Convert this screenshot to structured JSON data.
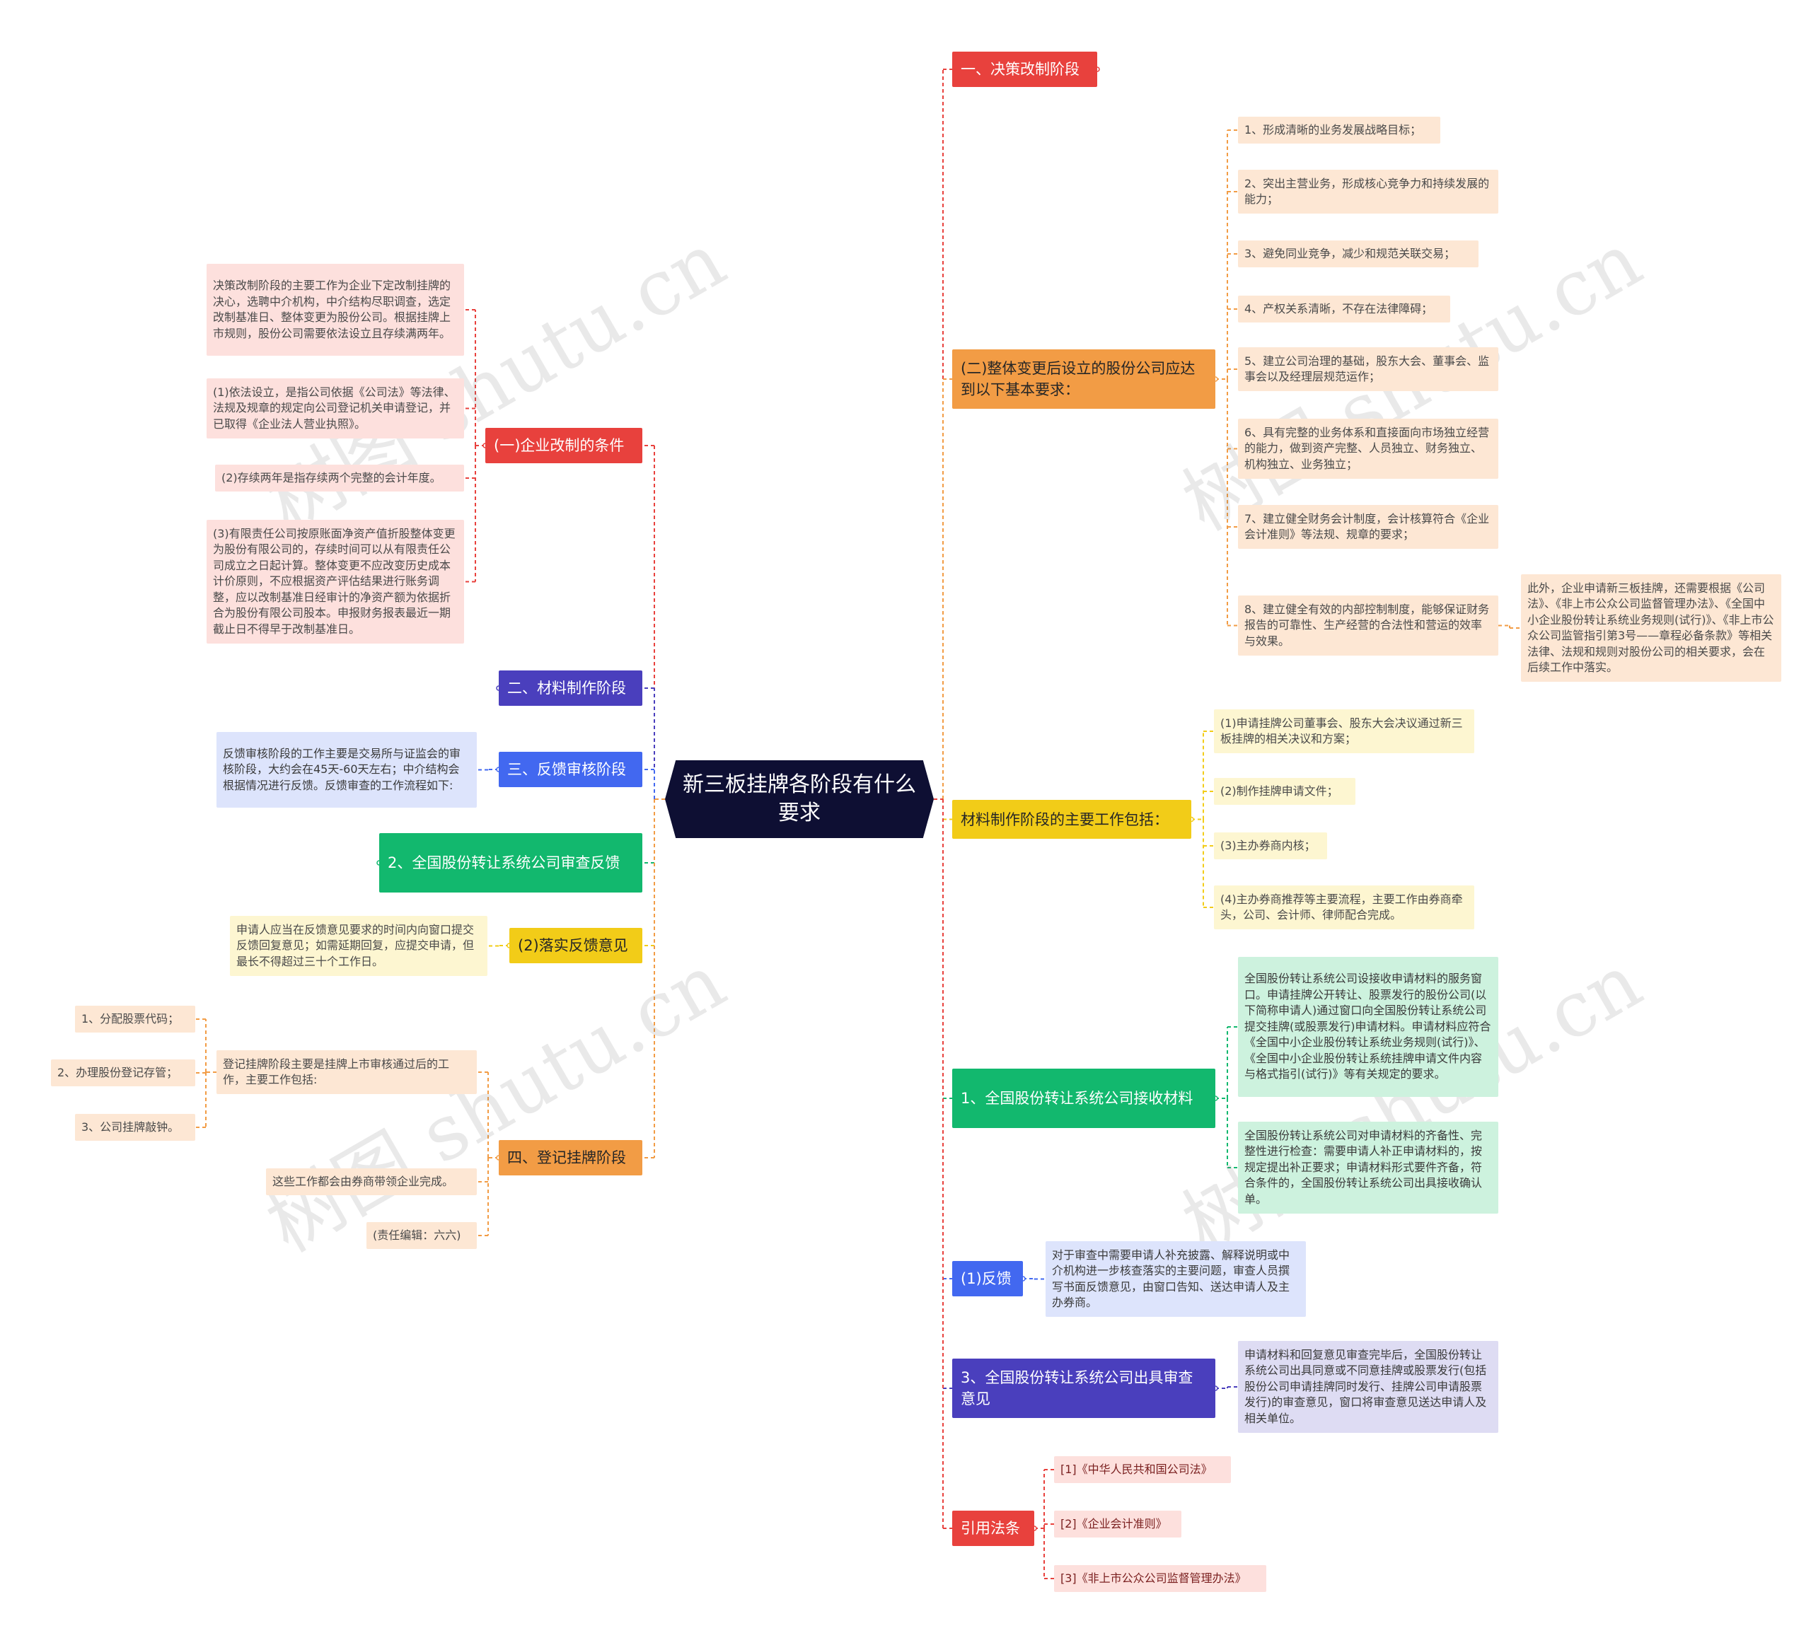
{
  "watermark": "树图 shutu.cn",
  "root": {
    "text": "新三板挂牌各阶段有什么要求"
  },
  "branches": {
    "decision_stage": {
      "text": "一、决策改制阶段",
      "bg": "#e8413d",
      "fg": "#ffffff"
    },
    "overall_change": {
      "text": "(二)整体变更后设立的股份公司应达到以下基本要求：",
      "bg": "#f29c45",
      "fg": "#262626"
    },
    "material_work": {
      "text": "材料制作阶段的主要工作包括：",
      "bg": "#f2cc18",
      "fg": "#262626"
    },
    "accept_materials": {
      "text": "1、全国股份转让系统公司接收材料",
      "bg": "#12b86e",
      "fg": "#ffffff"
    },
    "feedback_1": {
      "text": "(1)反馈",
      "bg": "#4268f0",
      "fg": "#ffffff"
    },
    "issue_opinion": {
      "text": "3、全国股份转让系统公司出具审查意见",
      "bg": "#4a3fbd",
      "fg": "#ffffff"
    },
    "cited_laws": {
      "text": "引用法条",
      "bg": "#e8413d",
      "fg": "#ffffff"
    },
    "reform_conditions": {
      "text": "(一)企业改制的条件",
      "bg": "#e8413d",
      "fg": "#ffffff"
    },
    "material_stage": {
      "text": "二、材料制作阶段",
      "bg": "#4a3fbd",
      "fg": "#ffffff"
    },
    "feedback_stage": {
      "text": "三、反馈审核阶段",
      "bg": "#4268f0",
      "fg": "#ffffff"
    },
    "review_feedback": {
      "text": "2、全国股份转让系统公司审查反馈",
      "bg": "#12b86e",
      "fg": "#ffffff"
    },
    "implement_feedback": {
      "text": "(2)落实反馈意见",
      "bg": "#f2cc18",
      "fg": "#262626"
    },
    "registration_stage": {
      "text": "四、登记挂牌阶段",
      "bg": "#f29c45",
      "fg": "#262626"
    }
  },
  "leaves": {
    "req_1": {
      "text": "1、形成清晰的业务发展战略目标；",
      "bg": "#fde7d4",
      "fg": "#4a4a4a"
    },
    "req_2": {
      "text": "2、突出主营业务，形成核心竞争力和持续发展的能力；",
      "bg": "#fde7d4",
      "fg": "#4a4a4a"
    },
    "req_3": {
      "text": "3、避免同业竞争，减少和规范关联交易；",
      "bg": "#fde7d4",
      "fg": "#4a4a4a"
    },
    "req_4": {
      "text": "4、产权关系清晰，不存在法律障碍；",
      "bg": "#fde7d4",
      "fg": "#4a4a4a"
    },
    "req_5": {
      "text": "5、建立公司治理的基础，股东大会、董事会、监事会以及经理层规范运作；",
      "bg": "#fde7d4",
      "fg": "#4a4a4a"
    },
    "req_6": {
      "text": "6、具有完整的业务体系和直接面向市场独立经营的能力，做到资产完整、人员独立、财务独立、机构独立、业务独立；",
      "bg": "#fde7d4",
      "fg": "#4a4a4a"
    },
    "req_7": {
      "text": "7、建立健全财务会计制度，会计核算符合《企业会计准则》等法规、规章的要求；",
      "bg": "#fde7d4",
      "fg": "#4a4a4a"
    },
    "req_8": {
      "text": "8、建立健全有效的内部控制制度，能够保证财务报告的可靠性、生产经营的合法性和营运的效率与效果。",
      "bg": "#fde7d4",
      "fg": "#4a4a4a"
    },
    "req_8_note": {
      "text": "此外，企业申请新三板挂牌，还需要根据《公司法》、《非上市公众公司监督管理办法》、《全国中小企业股份转让系统业务规则(试行)》、《非上市公众公司监管指引第3号——章程必备条款》等相关法律、法规和规则对股份公司的相关要求，会在后续工作中落实。",
      "bg": "#fde7d4",
      "fg": "#4a4a4a"
    },
    "mat_1": {
      "text": "(1)申请挂牌公司董事会、股东大会决议通过新三板挂牌的相关决议和方案；",
      "bg": "#fdf6d1",
      "fg": "#4a4a4a"
    },
    "mat_2": {
      "text": "(2)制作挂牌申请文件；",
      "bg": "#fdf6d1",
      "fg": "#4a4a4a"
    },
    "mat_3": {
      "text": "(3)主办券商内核；",
      "bg": "#fdf6d1",
      "fg": "#4a4a4a"
    },
    "mat_4": {
      "text": "(4)主办券商推荐等主要流程，主要工作由券商牵头，公司、会计师、律师配合完成。",
      "bg": "#fdf6d1",
      "fg": "#4a4a4a"
    },
    "accept_1": {
      "text": "全国股份转让系统公司设接收申请材料的服务窗口。申请挂牌公开转让、股票发行的股份公司(以下简称申请人)通过窗口向全国股份转让系统公司提交挂牌(或股票发行)申请材料。申请材料应符合《全国中小企业股份转让系统业务规则(试行)》、《全国中小企业股份转让系统挂牌申请文件内容与格式指引(试行)》等有关规定的要求。",
      "bg": "#cdf2de",
      "fg": "#3a3a3a"
    },
    "accept_2": {
      "text": "全国股份转让系统公司对申请材料的齐备性、完整性进行检查：需要申请人补正申请材料的，按规定提出补正要求；申请材料形式要件齐备，符合条件的，全国股份转让系统公司出具接收确认单。",
      "bg": "#cdf2de",
      "fg": "#3a3a3a"
    },
    "feedback_1_detail": {
      "text": "对于审查中需要申请人补充披露、解释说明或中介机构进一步核查落实的主要问题，审查人员撰写书面反馈意见，由窗口告知、送达申请人及主办券商。",
      "bg": "#dde4fc",
      "fg": "#3a3a3a"
    },
    "issue_detail": {
      "text": "申请材料和回复意见审查完毕后，全国股份转让系统公司出具同意或不同意挂牌或股票发行(包括股份公司申请挂牌同时发行、挂牌公司申请股票发行)的审查意见，窗口将审查意见送达申请人及相关单位。",
      "bg": "#dedcf3",
      "fg": "#3a3a3a"
    },
    "law_1": {
      "text": "[1]《中华人民共和国公司法》",
      "bg": "#fde0dd",
      "fg": "#7a1f1f"
    },
    "law_2": {
      "text": "[2]《企业会计准则》",
      "bg": "#fde0dd",
      "fg": "#7a1f1f"
    },
    "law_3": {
      "text": "[3]《非上市公众公司监督管理办法》",
      "bg": "#fde0dd",
      "fg": "#7a1f1f"
    },
    "decision_detail": {
      "text": "决策改制阶段的主要工作为企业下定改制挂牌的决心，选聘中介机构，中介结构尽职调查，选定改制基准日、整体变更为股份公司。根据挂牌上市规则，股份公司需要依法设立且存续满两年。",
      "bg": "#fde0dd",
      "fg": "#4a4a4a"
    },
    "cond_1": {
      "text": "(1)依法设立，是指公司依据《公司法》等法律、法规及规章的规定向公司登记机关申请登记，并已取得《企业法人营业执照》。",
      "bg": "#fde0dd",
      "fg": "#4a4a4a"
    },
    "cond_2": {
      "text": "(2)存续两年是指存续两个完整的会计年度。",
      "bg": "#fde0dd",
      "fg": "#4a4a4a"
    },
    "cond_3": {
      "text": "(3)有限责任公司按原账面净资产值折股整体变更为股份有限公司的，存续时间可以从有限责任公司成立之日起计算。整体变更不应改变历史成本计价原则，不应根据资产评估结果进行账务调整，应以改制基准日经审计的净资产额为依据折合为股份有限公司股本。申报财务报表最近一期截止日不得早于改制基准日。",
      "bg": "#fde0dd",
      "fg": "#4a4a4a"
    },
    "feedback_stage_detail": {
      "text": "反馈审核阶段的工作主要是交易所与证监会的审核阶段，大约会在45天-60天左右；中介结构会根据情况进行反馈。反馈审查的工作流程如下:",
      "bg": "#dde4fc",
      "fg": "#3a3a3a"
    },
    "implement_detail": {
      "text": "申请人应当在反馈意见要求的时间内向窗口提交反馈回复意见；如需延期回复，应提交申请，但最长不得超过三十个工作日。",
      "bg": "#fdf6d1",
      "fg": "#4a4a4a"
    },
    "reg_detail": {
      "text": "登记挂牌阶段主要是挂牌上市审核通过后的工作，主要工作包括:",
      "bg": "#fde7d4",
      "fg": "#4a4a4a"
    },
    "reg_1": {
      "text": "1、分配股票代码；",
      "bg": "#fde7d4",
      "fg": "#4a4a4a"
    },
    "reg_2": {
      "text": "2、办理股份登记存管；",
      "bg": "#fde7d4",
      "fg": "#4a4a4a"
    },
    "reg_3": {
      "text": "3、公司挂牌敲钟。",
      "bg": "#fde7d4",
      "fg": "#4a4a4a"
    },
    "reg_note": {
      "text": "这些工作都会由券商带领企业完成。",
      "bg": "#fde7d4",
      "fg": "#4a4a4a"
    },
    "editor_note": {
      "text": "(责任编辑：六六)",
      "bg": "#fde7d4",
      "fg": "#4a4a4a"
    }
  },
  "links": {
    "decision": "#e8413d",
    "overall": "#f29c45",
    "material": "#f2cc18",
    "accept": "#12b86e",
    "feedback1": "#4268f0",
    "issue": "#4a3fbd",
    "laws": "#e8413d",
    "reform": "#e8413d",
    "matstage": "#4a3fbd",
    "fbstage": "#4268f0",
    "review": "#12b86e",
    "implement": "#f2cc18",
    "registration": "#f29c45"
  }
}
